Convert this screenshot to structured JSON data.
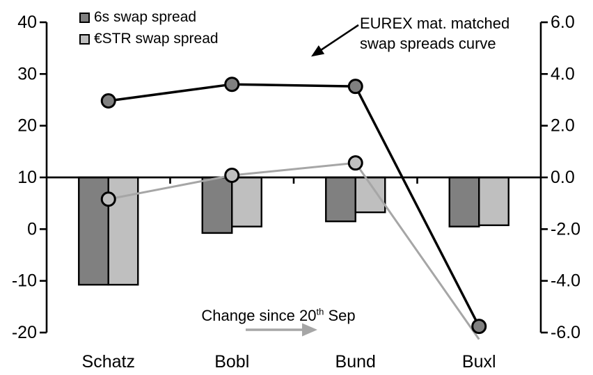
{
  "legend": {
    "items": [
      {
        "label": "6s swap spread",
        "swatch": "dark-gray-square"
      },
      {
        "label": "€STR swap spread",
        "swatch": "light-gray-square"
      }
    ]
  },
  "annotation": {
    "line1": "EUREX mat. matched",
    "line2": "swap spreads curve"
  },
  "change_label": {
    "prefix": "Change since 20",
    "sup": "th",
    "suffix": " Sep"
  },
  "colors": {
    "bar_6s": "#808080",
    "bar_estr": "#bfbfbf",
    "line_6s": "#000000",
    "line_estr": "#a6a6a6",
    "marker_6s_fill": "#808080",
    "marker_estr_fill": "#bfbfbf",
    "axis": "#000000",
    "gray_arrow": "#a6a6a6",
    "black_arrow": "#000000"
  },
  "chart_data": {
    "type": "combo-bar-line-dual-axis",
    "categories": [
      "Schatz",
      "Bobl",
      "Bund",
      "Buxl"
    ],
    "bar_series": [
      {
        "name": "6s swap spread",
        "axis": "right",
        "color_key": "bar_6s",
        "values": [
          -4.15,
          -2.15,
          -1.7,
          -1.9
        ]
      },
      {
        "name": "€STR swap spread",
        "axis": "right",
        "color_key": "bar_estr",
        "values": [
          -4.15,
          -1.9,
          -1.35,
          -1.85
        ]
      }
    ],
    "line_series": [
      {
        "name": "6s mat. matched swap spreads curve",
        "axis": "left",
        "line_color_key": "line_6s",
        "marker_color_key": "marker_6s_fill",
        "values": [
          24.8,
          28.0,
          27.6,
          -18.8
        ],
        "markers": [
          true,
          true,
          true,
          true
        ]
      },
      {
        "name": "€STR mat. matched swap spreads curve",
        "axis": "left",
        "line_color_key": "line_estr",
        "marker_color_key": "marker_estr_fill",
        "values": [
          5.8,
          10.4,
          12.8,
          -21.3
        ],
        "markers": [
          true,
          true,
          true,
          false
        ]
      }
    ],
    "left_axis": {
      "min": -20,
      "max": 40,
      "tick_values": [
        40,
        30,
        20,
        10,
        0,
        -10,
        -20
      ],
      "tick_labels": [
        "40",
        "30",
        "20",
        "10",
        "0",
        "-10",
        "-20"
      ]
    },
    "right_axis": {
      "min": -6,
      "max": 6,
      "tick_values": [
        6,
        4,
        2,
        0,
        -2,
        -4,
        -6
      ],
      "tick_labels": [
        "6.0",
        "4.0",
        "2.0",
        "0.0",
        "-2.0",
        "-4.0",
        "-6.0"
      ]
    },
    "baseline_left_value": 10,
    "legend_position": "top-left",
    "grid": false,
    "title": ""
  }
}
